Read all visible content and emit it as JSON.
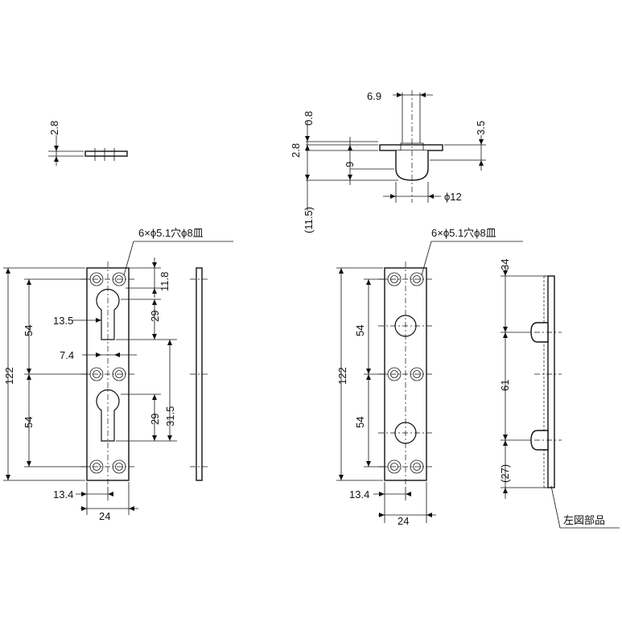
{
  "drawing": {
    "note_holes": "6×ϕ5.1穴ϕ8皿",
    "note_left_part": "左図部品",
    "top_plate": {
      "thickness": "2.8"
    },
    "pin_detail": {
      "dim_6_9": "6.9",
      "dim_0_8": "0.8",
      "dim_3_5": "3.5",
      "dim_2_8": "2.8",
      "dim_9": "9",
      "dim_11_5": "(11.5)",
      "dim_dia12": "ϕ12"
    },
    "plate_a": {
      "dim_11_8": "11.8",
      "dim_13_5": "13.5",
      "dim_29_upper": "29",
      "dim_7_4": "7.4",
      "dim_54_upper": "54",
      "dim_54_lower": "54",
      "dim_122": "122",
      "dim_29_lower": "29",
      "dim_31_5": "31.5",
      "dim_13_4": "13.4",
      "dim_24": "24"
    },
    "plate_b": {
      "dim_54_upper": "54",
      "dim_54_lower": "54",
      "dim_122": "122",
      "dim_13_4": "13.4",
      "dim_24": "24"
    },
    "side_view": {
      "dim_34": "34",
      "dim_61": "61",
      "dim_27": "(27)"
    }
  }
}
